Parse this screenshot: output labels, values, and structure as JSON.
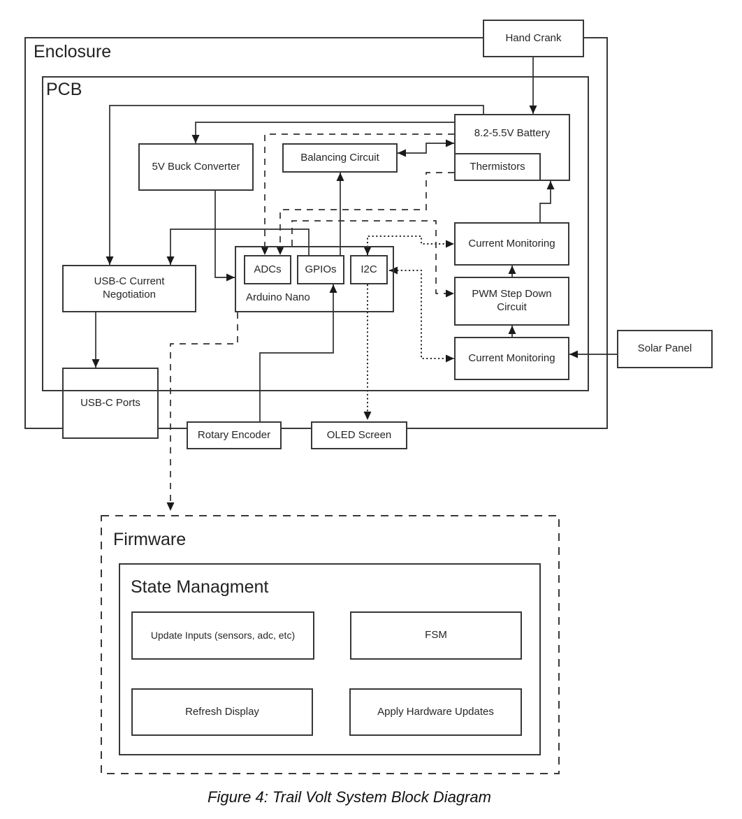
{
  "diagram": {
    "caption": "Figure 4: Trail Volt System Block Diagram",
    "containers": {
      "enclosure": "Enclosure",
      "pcb": "PCB",
      "firmware": "Firmware",
      "state_management": "State Managment"
    },
    "nodes": {
      "hand_crank": "Hand Crank",
      "battery": "8.2-5.5V Battery",
      "thermistors": "Thermistors",
      "buck_converter": "5V Buck Converter",
      "balancing_circuit": "Balancing Circuit",
      "arduino": "Arduino Nano",
      "adcs": "ADCs",
      "gpios": "GPIOs",
      "i2c": "I2C",
      "usb_c_negotiation": "USB-C Current\nNegotiation",
      "usb_c_ports": "USB-C Ports",
      "current_monitoring_top": "Current Monitoring",
      "pwm_step_down": "PWM Step Down\nCircuit",
      "current_monitoring_bottom": "Current Monitoring",
      "solar_panel": "Solar Panel",
      "rotary_encoder": "Rotary Encoder",
      "oled_screen": "OLED Screen",
      "update_inputs": "Update Inputs (sensors, adc, etc)",
      "fsm": "FSM",
      "refresh_display": "Refresh Display",
      "apply_hw_updates": "Apply Hardware Updates"
    },
    "edges": [
      {
        "from": "Hand Crank",
        "to": "8.2-5.5V Battery",
        "style": "solid"
      },
      {
        "from": "8.2-5.5V Battery",
        "to": "USB-C Current Negotiation",
        "style": "solid"
      },
      {
        "from": "8.2-5.5V Battery",
        "to": "5V Buck Converter",
        "style": "solid"
      },
      {
        "from": "GPIOs",
        "to": "USB-C Current Negotiation",
        "style": "solid"
      },
      {
        "from": "5V Buck Converter",
        "to": "Arduino Nano",
        "style": "solid"
      },
      {
        "from": "GPIOs",
        "to": "Balancing Circuit",
        "style": "solid"
      },
      {
        "from": "Balancing Circuit",
        "to": "8.2-5.5V Battery",
        "style": "solid",
        "bidirectional": true
      },
      {
        "from": "Current Monitoring (top)",
        "to": "8.2-5.5V Battery",
        "style": "solid"
      },
      {
        "from": "PWM Step Down Circuit",
        "to": "Current Monitoring (top)",
        "style": "solid"
      },
      {
        "from": "Current Monitoring (bottom)",
        "to": "PWM Step Down Circuit",
        "style": "solid"
      },
      {
        "from": "Solar Panel",
        "to": "Current Monitoring (bottom)",
        "style": "solid"
      },
      {
        "from": "Rotary Encoder",
        "to": "GPIOs",
        "style": "solid"
      },
      {
        "from": "USB-C Current Negotiation",
        "to": "USB-C Ports",
        "style": "solid"
      },
      {
        "from": "8.2-5.5V Battery",
        "to": "ADCs",
        "style": "dashed"
      },
      {
        "from": "Thermistors",
        "to": "ADCs",
        "style": "dashed"
      },
      {
        "from": "Arduino Nano",
        "to": "PWM Step Down Circuit",
        "style": "dashed"
      },
      {
        "from": "Arduino Nano",
        "to": "Firmware",
        "style": "dashed"
      },
      {
        "from": "I2C",
        "to": "Current Monitoring (top)",
        "style": "dotted",
        "bidirectional": true
      },
      {
        "from": "I2C",
        "to": "Current Monitoring (bottom)",
        "style": "dotted",
        "bidirectional": true
      },
      {
        "from": "I2C",
        "to": "OLED Screen",
        "style": "dotted"
      },
      {
        "from": "Update Inputs (sensors, adc, etc)",
        "to": "FSM",
        "style": "solid"
      },
      {
        "from": "FSM",
        "to": "Apply Hardware Updates",
        "style": "solid"
      },
      {
        "from": "Apply Hardware Updates",
        "to": "Refresh Display",
        "style": "solid"
      },
      {
        "from": "Refresh Display",
        "to": "Update Inputs (sensors, adc, etc)",
        "style": "solid"
      }
    ],
    "colors": {
      "stroke": "#383838",
      "wire": "#2e2e2e",
      "background": "#ffffff",
      "text": "#1f1f1f"
    }
  }
}
